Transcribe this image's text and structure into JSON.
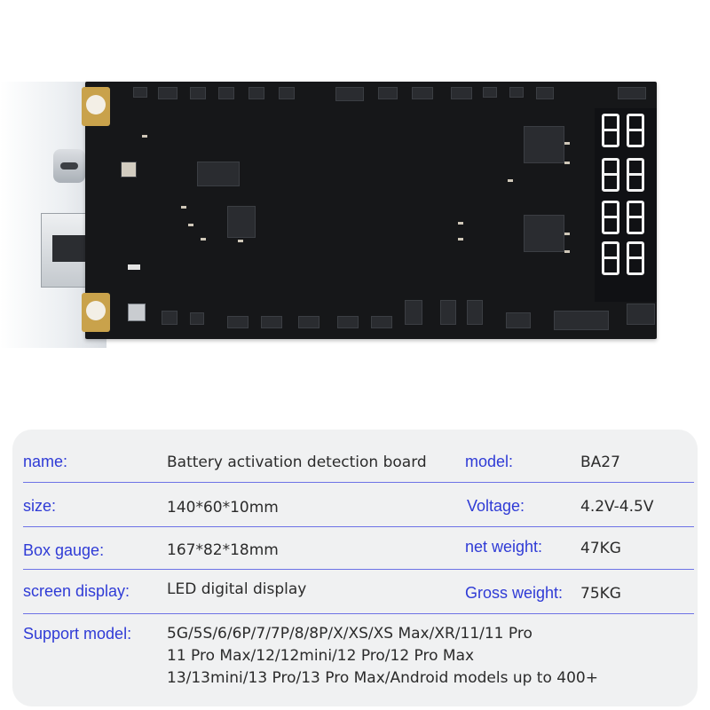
{
  "specs": {
    "rows": [
      {
        "label": "name:",
        "value": "Battery activation detection board",
        "label2": "model:",
        "value2": "BA27"
      },
      {
        "label": "size:",
        "value": "140*60*10mm",
        "label2": "Voltage:",
        "value2": "4.2V-4.5V"
      },
      {
        "label": "Box gauge:",
        "value": "167*82*18mm",
        "label2": "net weight:",
        "value2": "47KG"
      },
      {
        "label": "screen display:",
        "value": "LED digital display",
        "label2": "Gross weight:",
        "value2": "75KG"
      }
    ],
    "support": {
      "label": "Support model:",
      "lines": [
        "5G/5S/6/6P/7/7P/8/8P/X/XS/XS Max/XR/11/11 Pro",
        "11 Pro Max/12/12mini/12 Pro/12 Pro Max",
        "13/13mini/13 Pro/13 Pro Max/Android models up to 400+"
      ]
    }
  },
  "colors": {
    "label": "#2f3bd6",
    "divider": "#6d72e6",
    "card": "#f0f1f2",
    "board": "#161719"
  }
}
